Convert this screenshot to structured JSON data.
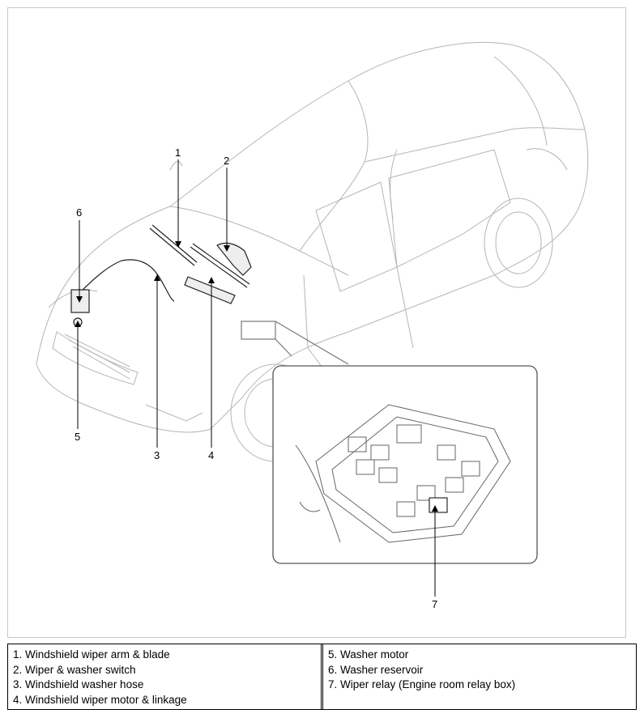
{
  "callouts": [
    "1",
    "2",
    "3",
    "4",
    "5",
    "6",
    "7"
  ],
  "legend": {
    "left": [
      "1. Windshield wiper arm & blade",
      "2. Wiper & washer switch",
      "3. Windshield washer hose",
      "4. Windshield wiper motor & linkage"
    ],
    "right": [
      "5. Washer motor",
      "6. Washer reservoir",
      "7. Wiper relay (Engine room relay box)"
    ]
  }
}
